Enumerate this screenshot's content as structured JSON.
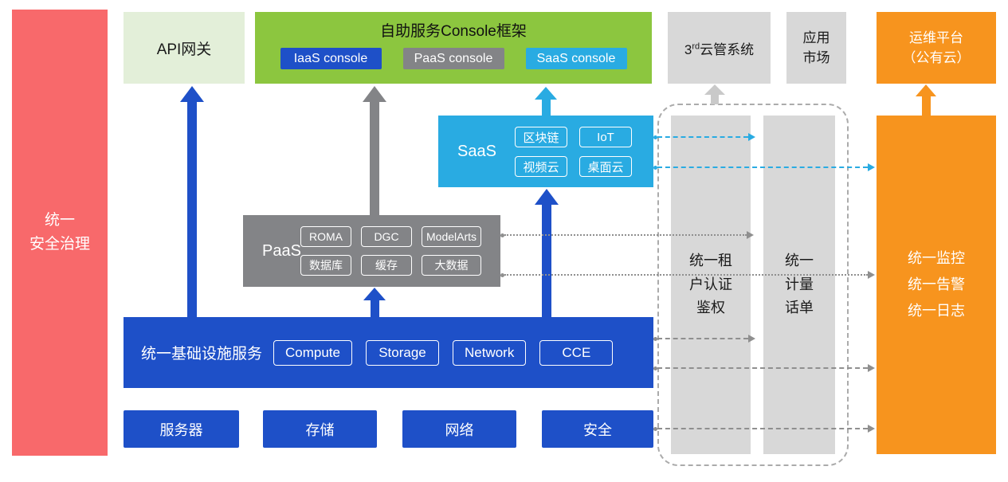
{
  "colors": {
    "security_red": "#F8696B",
    "api_gateway_green": "#E3EFD9",
    "console_green": "#8CC63F",
    "primary_blue": "#1E50C8",
    "paas_gray": "#838487",
    "panel_gray": "#D8D8D8",
    "saas_cyan": "#29ABE2",
    "om_orange": "#F7941E"
  },
  "security_bar": {
    "label": "统一\n安全治理"
  },
  "api_gateway": {
    "label": "API网关"
  },
  "console_framework": {
    "title": "自助服务Console框架",
    "consoles": [
      {
        "label": "IaaS console"
      },
      {
        "label": "PaaS console"
      },
      {
        "label": "SaaS console"
      }
    ]
  },
  "third_party_cloud": {
    "num": "3",
    "sup": "rd",
    "text": "云管系统"
  },
  "app_market": {
    "label": "应用\n市场"
  },
  "om_platform": {
    "label": "运维平台\n（公有云）"
  },
  "saas": {
    "label": "SaaS",
    "services": [
      "区块链",
      "IoT",
      "视频云",
      "桌面云"
    ]
  },
  "paas": {
    "label": "PaaS",
    "services": [
      "ROMA",
      "DGC",
      "ModelArts",
      "数据库",
      "缓存",
      "大数据"
    ]
  },
  "infrastructure": {
    "label": "统一基础设施服务",
    "services": [
      "Compute",
      "Storage",
      "Network",
      "CCE"
    ]
  },
  "resources": [
    "服务器",
    "存储",
    "网络",
    "安全"
  ],
  "auth_bar": {
    "label": "统一租\n户认证\n鉴权"
  },
  "metering_bar": {
    "label": "统一\n计量\n话单"
  },
  "monitoring_bar": {
    "label": "统一监控\n统一告警\n统一日志"
  }
}
